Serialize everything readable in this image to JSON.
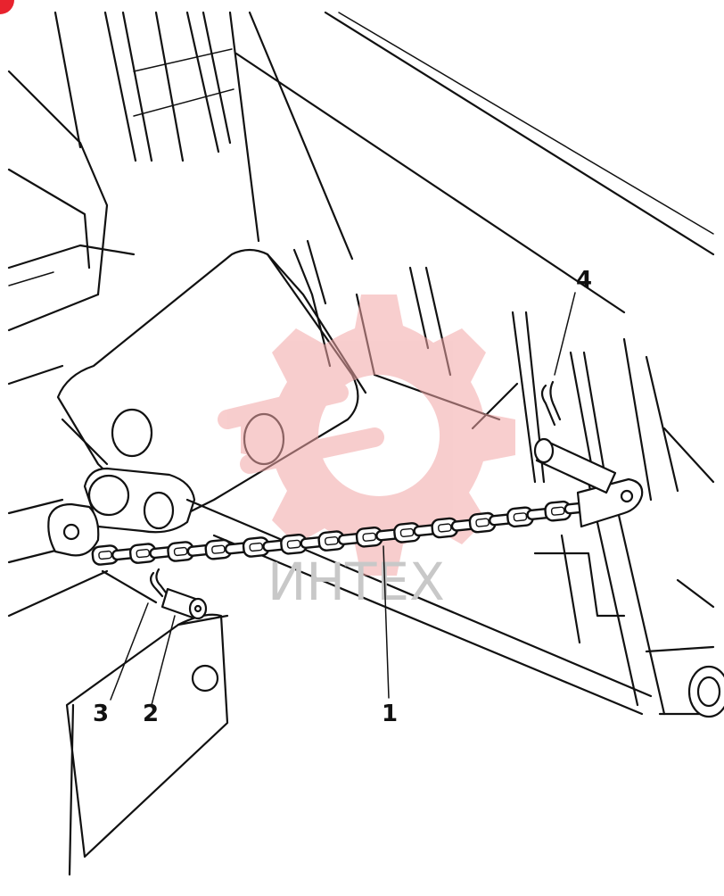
{
  "diagram": {
    "callouts": [
      {
        "id": "1",
        "label": "1"
      },
      {
        "id": "2",
        "label": "2"
      },
      {
        "id": "3",
        "label": "3"
      },
      {
        "id": "4",
        "label": "4"
      }
    ]
  },
  "watermark": {
    "text": "ИНТЕХ",
    "icon": "gear-logo-icon",
    "color": "#f2a6a6",
    "text_color": "#c8c8c8"
  },
  "corner_badge": {
    "icon": "corner-badge-icon",
    "color": "#e8232e"
  }
}
